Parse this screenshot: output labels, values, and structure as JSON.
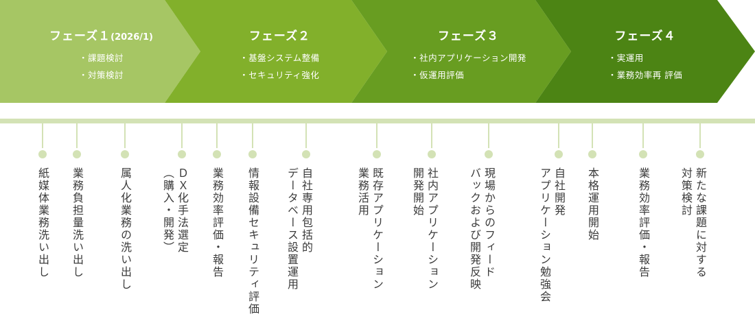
{
  "colors": {
    "phase1": "#a6c664",
    "phase2": "#82b02b",
    "phase3": "#689d21",
    "phase4": "#4c8414",
    "timeline": "#d3e2b5",
    "text": "#3a3a3a"
  },
  "phases": [
    {
      "title": "フェーズ１",
      "date": "(2026/1)",
      "items": [
        "・課題検討",
        "・対策検討"
      ]
    },
    {
      "title": "フェーズ２",
      "date": "",
      "items": [
        "・基盤システム整備",
        "・セキュリティ強化"
      ]
    },
    {
      "title": "フェーズ３",
      "date": "",
      "items": [
        "・社内アプリケーション開発",
        "・仮運用評価"
      ]
    },
    {
      "title": "フェーズ４",
      "date": "",
      "items": [
        "・実運用",
        "・業務効率再 評価"
      ]
    }
  ],
  "milestones": [
    {
      "lines": [
        "紙媒体業務洗い出し"
      ]
    },
    {
      "lines": [
        "業務負担量洗い出し"
      ]
    },
    {
      "lines": [
        "属人化業務の洗い出し"
      ]
    },
    {
      "lines": [
        "ＤＸ化手法選定",
        "（購入・開発）"
      ]
    },
    {
      "lines": [
        "業務効率評価・報告"
      ]
    },
    {
      "lines": [
        "情報設備セキュリティ評価"
      ]
    },
    {
      "lines": [
        "自社専用包括的",
        "データベース設置運用"
      ]
    },
    {
      "lines": [
        "既存アプリケーション",
        "業務活用"
      ]
    },
    {
      "lines": [
        "社内アプリケーション",
        "開発開始"
      ]
    },
    {
      "lines": [
        "現場からのフィード",
        "バックおよび開発反映"
      ]
    },
    {
      "lines": [
        "自社開発",
        "アプリケーション勉強会"
      ]
    },
    {
      "lines": [
        "本格運用開始"
      ]
    },
    {
      "lines": [
        "業務効率評価・報告"
      ]
    },
    {
      "lines": [
        "新たな課題に対する",
        "対策検討"
      ]
    }
  ]
}
